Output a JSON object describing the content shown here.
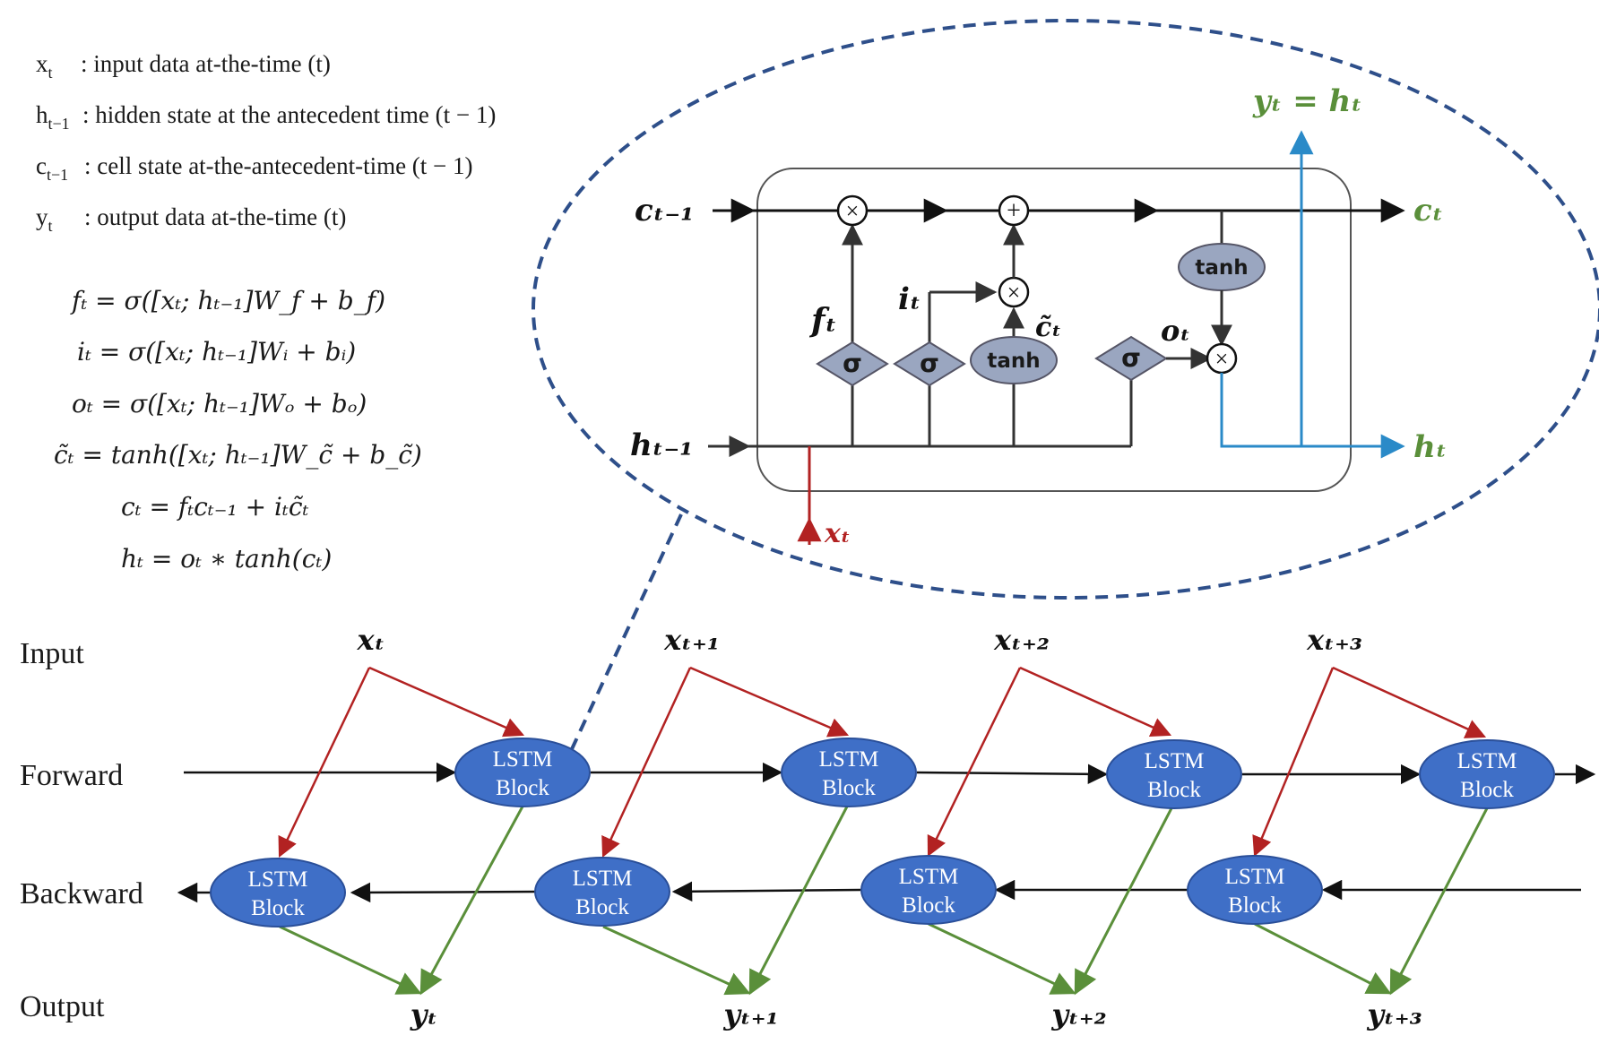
{
  "legend": [
    {
      "sym": "x",
      "sub": "t",
      "desc": ": input data at-the-time (t)"
    },
    {
      "sym": "h",
      "sub": "t−1",
      "desc": ": hidden state at the antecedent time (t − 1)"
    },
    {
      "sym": "c",
      "sub": "t−1",
      "desc": ": cell state at-the-antecedent-time (t − 1)"
    },
    {
      "sym": "y",
      "sub": "t",
      "desc": ": output data at-the-time (t)"
    }
  ],
  "equations": [
    "fₜ = σ([xₜ; hₜ₋₁]W_f + b_f)",
    "iₜ = σ([xₜ; hₜ₋₁]Wᵢ + bᵢ)",
    "oₜ = σ([xₜ; hₜ₋₁]Wₒ + bₒ)",
    "c̃ₜ = tanh([xₜ; hₜ₋₁]W_c̃ + b_c̃)",
    "cₜ = fₜcₜ₋₁ + iₜc̃ₜ",
    "hₜ = oₜ ∗ tanh(cₜ)"
  ],
  "rows": {
    "input": "Input",
    "forward": "Forward",
    "backward": "Backward",
    "output": "Output"
  },
  "block": {
    "line1": "LSTM",
    "line2": "Block"
  },
  "inputs": [
    "xₜ",
    "xₜ₊₁",
    "xₜ₊₂",
    "xₜ₊₃"
  ],
  "outputs": [
    "yₜ",
    "yₜ₊₁",
    "yₜ₊₂",
    "yₜ₊₃"
  ],
  "cell": {
    "c_prev": "cₜ₋₁",
    "h_prev": "hₜ₋₁",
    "c_out": "cₜ",
    "h_out": "hₜ",
    "y_out": "yₜ = hₜ",
    "x_in": "xₜ",
    "f_gate": "fₜ",
    "i_gate": "iₜ",
    "o_gate": "oₜ",
    "c_tilde": "c̃ₜ",
    "sigma": "σ",
    "tanh": "tanh"
  },
  "colors": {
    "node_fill": "#3f6fc7",
    "node_stroke": "#2a4f99",
    "input_arrow": "#b22222",
    "output_arrow": "#5a8f3a",
    "ellipse_dash": "#2e4f8a",
    "gate_fill": "#9aa6c0",
    "h_path": "#2a8ac8",
    "green_label": "#5a8f3a",
    "red_label": "#b22222"
  }
}
